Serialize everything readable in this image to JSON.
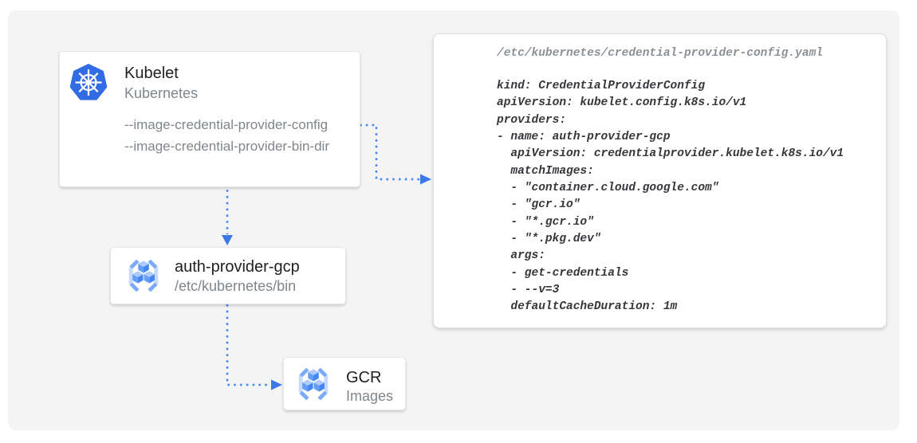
{
  "colors": {
    "canvas_bg": "#f4f4f4",
    "arrow_blue": "#4285f4",
    "arrowhead_blue": "#3b78e8",
    "kubernetes_blue": "#326ce5",
    "cube_top_blue": "#aecbfa",
    "cube_left_blue": "#669df6",
    "cube_right_blue": "#4285f4",
    "bracket_light_blue": "#c6dafc",
    "bracket_mid_blue": "#7baaf7"
  },
  "icons": {
    "kubelet": "kubernetes-wheel-icon",
    "auth_provider": "container-registry-icon",
    "gcr": "container-registry-icon"
  },
  "nodes": {
    "kubelet": {
      "title": "Kubelet",
      "subtitle": "Kubernetes",
      "flags": [
        "--image-credential-provider-config",
        "--image-credential-provider-bin-dir"
      ]
    },
    "auth_provider": {
      "title": "auth-provider-gcp",
      "subtitle": "/etc/kubernetes/bin"
    },
    "gcr": {
      "title": "GCR",
      "subtitle": "Images"
    }
  },
  "code_panel": {
    "filename": "/etc/kubernetes/credential-provider-config.yaml",
    "code": "kind: CredentialProviderConfig\napiVersion: kubelet.config.k8s.io/v1\nproviders:\n- name: auth-provider-gcp\n  apiVersion: credentialprovider.kubelet.k8s.io/v1\n  matchImages:\n  - \"container.cloud.google.com\"\n  - \"gcr.io\"\n  - \"*.gcr.io\"\n  - \"*.pkg.dev\"\n  args:\n  - get-credentials\n  - --v=3\n  defaultCacheDuration: 1m"
  }
}
